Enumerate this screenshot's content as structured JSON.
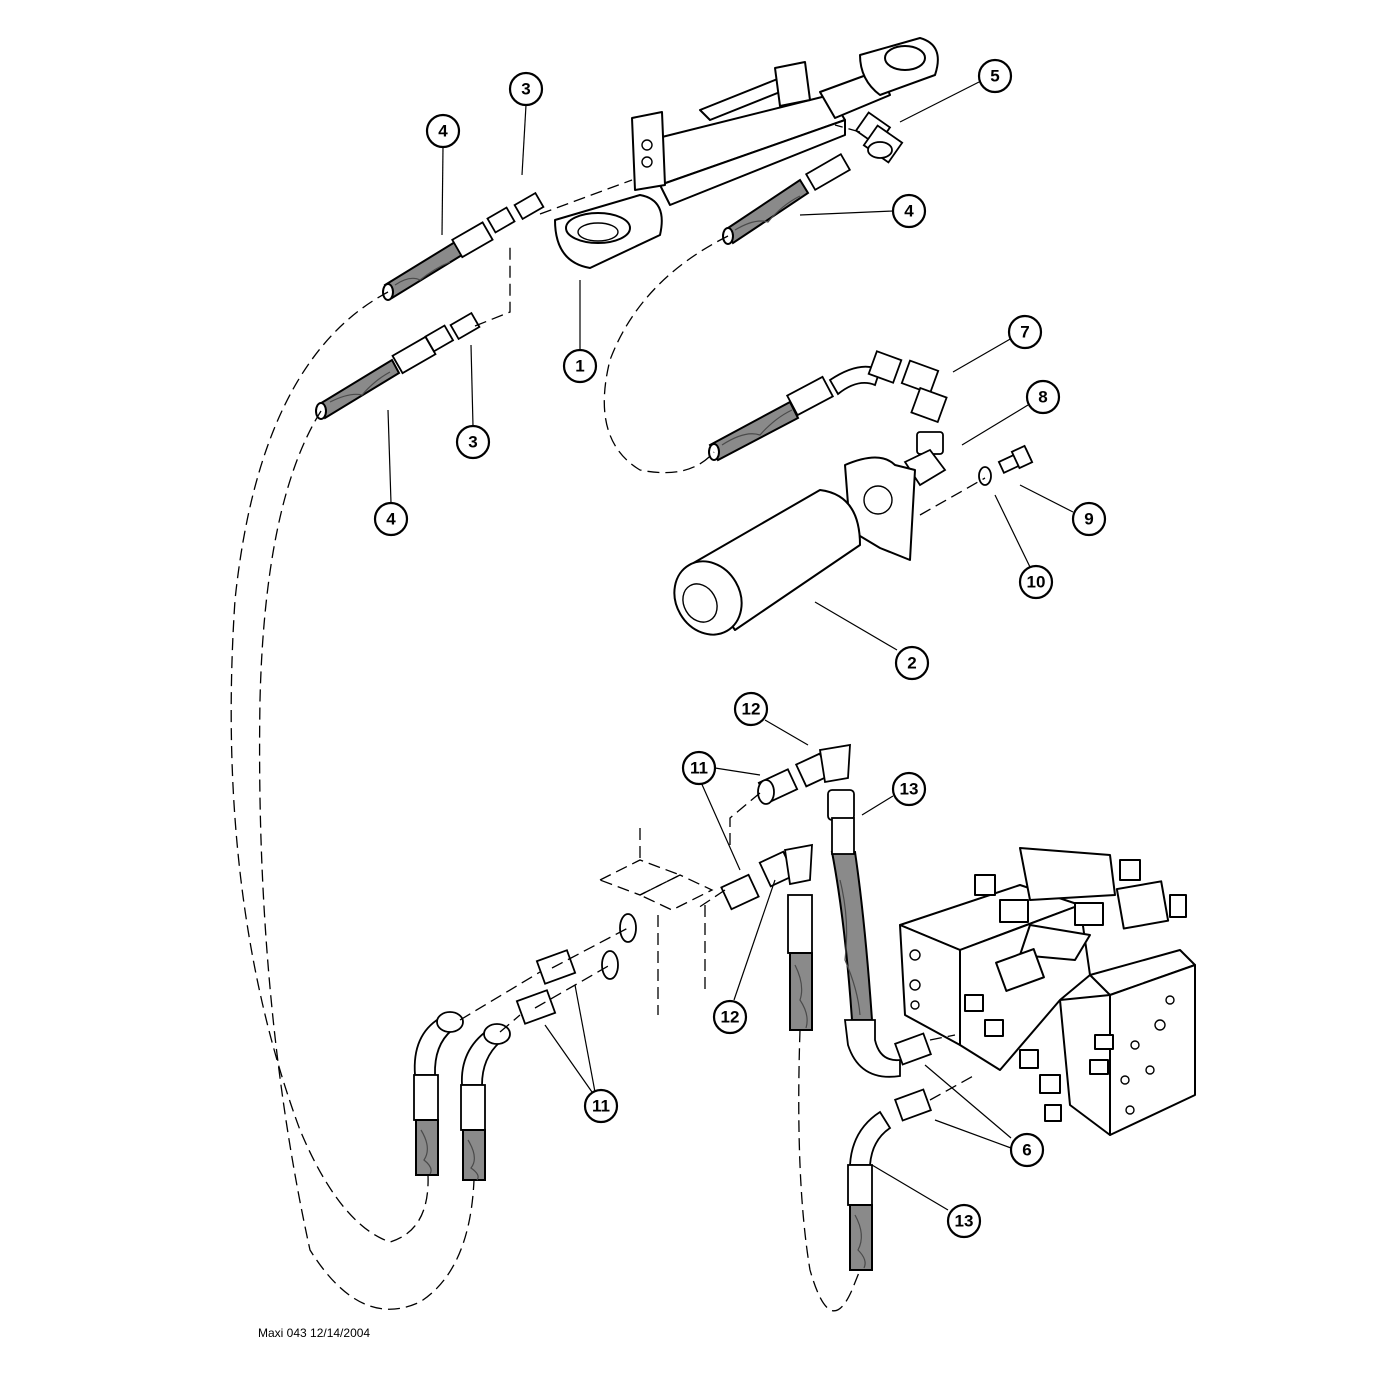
{
  "drawing": {
    "id_text": "Maxi 043 12/14/2004"
  },
  "callouts": [
    {
      "label": "1"
    },
    {
      "label": "2"
    },
    {
      "label": "3"
    },
    {
      "label": "3"
    },
    {
      "label": "4"
    },
    {
      "label": "4"
    },
    {
      "label": "4"
    },
    {
      "label": "5"
    },
    {
      "label": "6"
    },
    {
      "label": "7"
    },
    {
      "label": "8"
    },
    {
      "label": "9"
    },
    {
      "label": "10"
    },
    {
      "label": "11"
    },
    {
      "label": "11"
    },
    {
      "label": "12"
    },
    {
      "label": "12"
    },
    {
      "label": "13"
    },
    {
      "label": "13"
    }
  ]
}
